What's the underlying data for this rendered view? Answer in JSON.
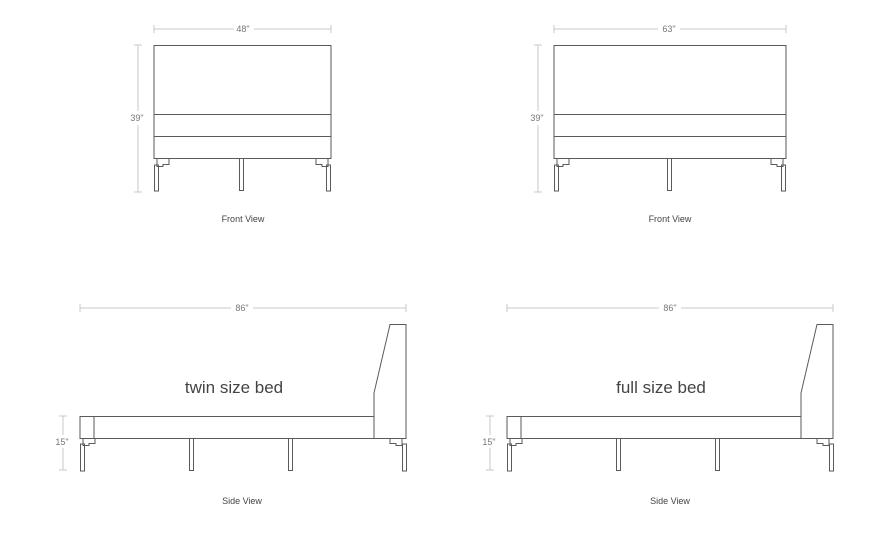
{
  "views": {
    "twin_front": {
      "width_label": "48\"",
      "height_label": "39\"",
      "caption": "Front View"
    },
    "full_front": {
      "width_label": "63\"",
      "height_label": "39\"",
      "caption": "Front View"
    },
    "twin_side": {
      "length_label": "86\"",
      "height_label": "15\"",
      "title": "twin size bed",
      "caption": "Side View"
    },
    "full_side": {
      "length_label": "86\"",
      "height_label": "15\"",
      "title": "full size bed",
      "caption": "Side View"
    }
  },
  "colors": {
    "outline": "#5a5a5a",
    "dimension": "#c8c8c8",
    "text": "#444444"
  }
}
